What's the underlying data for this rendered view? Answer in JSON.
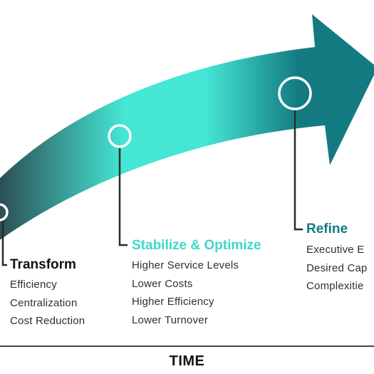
{
  "colors": {
    "arrow_dark": "#2c4f56",
    "arrow_bright": "#45e6d3",
    "arrow_teal": "#137a82",
    "title_dark": "#111111",
    "title_bright": "#3fd8c8",
    "title_teal": "#137a82",
    "line": "#2a2a2a"
  },
  "stages": [
    {
      "title": "Transform",
      "items": [
        "Efficiency",
        "Centralization",
        "Cost Reduction"
      ]
    },
    {
      "title": "Stabilize & Optimize",
      "items": [
        "Higher Service Levels",
        "Lower Costs",
        "Higher Efficiency",
        "Lower Turnover"
      ]
    },
    {
      "title": "Refine",
      "items": [
        "Executive E",
        "Desired Cap",
        "Complexitie"
      ]
    }
  ],
  "axis": {
    "label": "TIME"
  }
}
